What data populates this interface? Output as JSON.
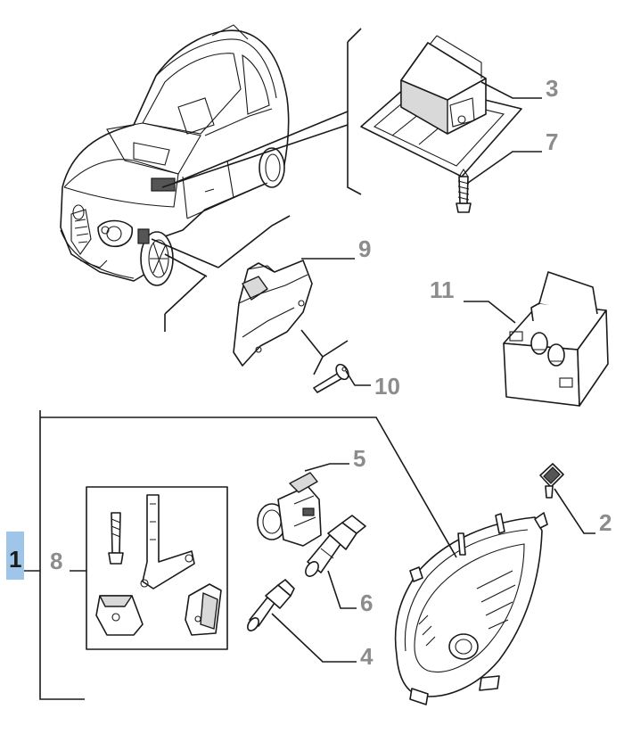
{
  "diagram": {
    "highlight_color": "#9fc5e8",
    "text_color": "#8c8c8c",
    "callouts": [
      {
        "id": "1",
        "label": "1",
        "highlighted": true
      },
      {
        "id": "2",
        "label": "2"
      },
      {
        "id": "3",
        "label": "3"
      },
      {
        "id": "4",
        "label": "4"
      },
      {
        "id": "5",
        "label": "5"
      },
      {
        "id": "6",
        "label": "6"
      },
      {
        "id": "7",
        "label": "7"
      },
      {
        "id": "8",
        "label": "8"
      },
      {
        "id": "9",
        "label": "9"
      },
      {
        "id": "10",
        "label": "10"
      },
      {
        "id": "11",
        "label": "11"
      }
    ]
  }
}
